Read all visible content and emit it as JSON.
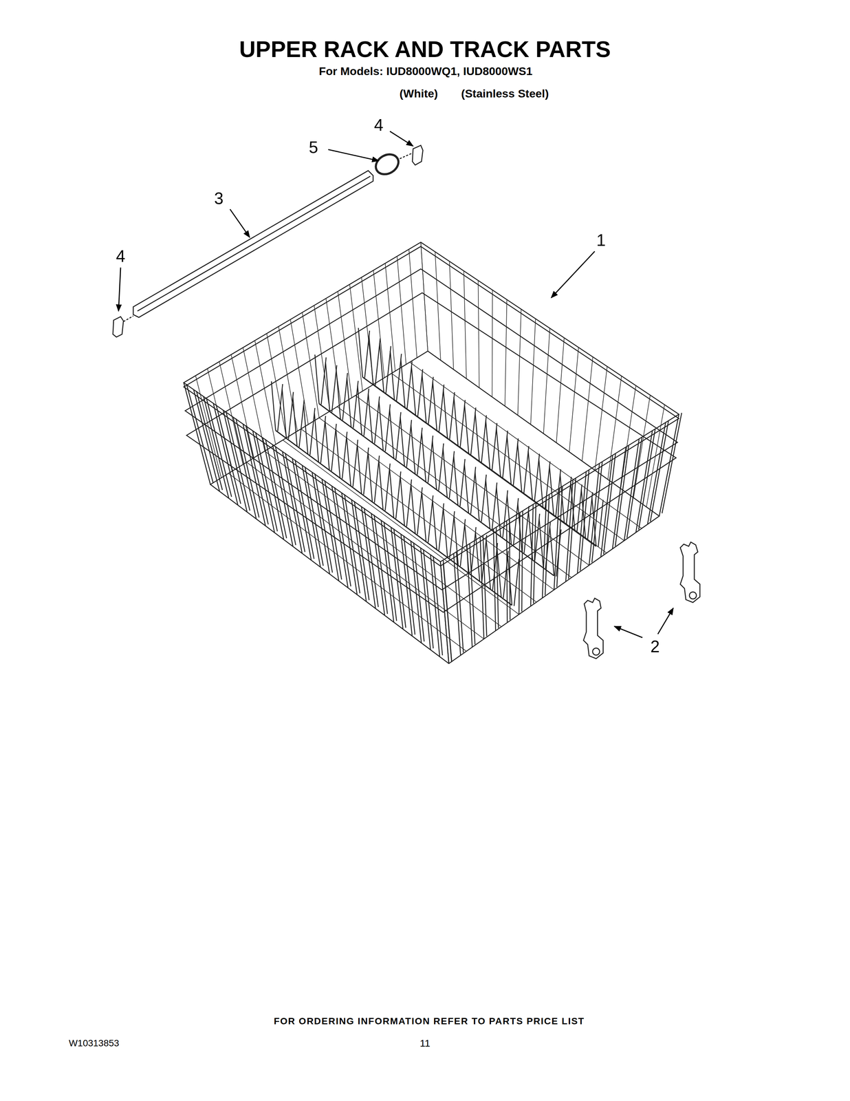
{
  "diagram": {
    "title": "UPPER RACK AND TRACK PARTS",
    "labels": [
      "For Models: IUD8000WQ1, IUD8000WS1",
      "(White)",
      "(Stainless Steel)",
      "4",
      "5",
      "3",
      "4",
      "1",
      "2",
      "FOR ORDERING INFORMATION REFER TO PARTS PRICE LIST",
      "W10313853",
      "11"
    ]
  }
}
